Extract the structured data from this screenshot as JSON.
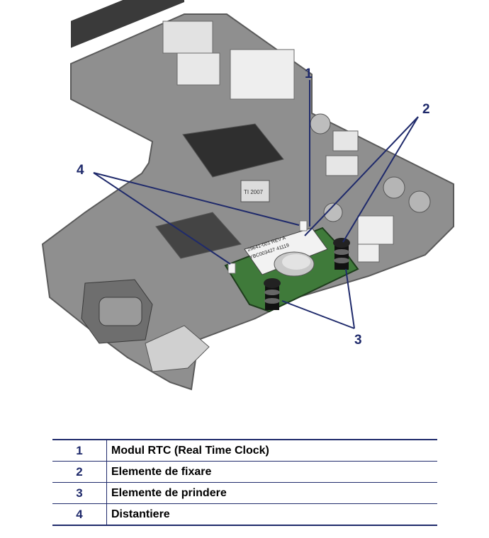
{
  "figure": {
    "board_labels": {
      "module_line1": "29641-001     REV A",
      "module_line2": "YBC003427  41119",
      "chip_label": "TI 2007"
    },
    "callouts": [
      "1",
      "2",
      "3",
      "4"
    ],
    "colors": {
      "callout": "#1f2a6b",
      "board": "#8a8a8a",
      "module": "#3f7a3a"
    }
  },
  "legend": {
    "rows": [
      {
        "num": "1",
        "text": "Modul RTC (Real Time Clock)"
      },
      {
        "num": "2",
        "text": "Elemente de fixare"
      },
      {
        "num": "3",
        "text": "Elemente de prindere"
      },
      {
        "num": "4",
        "text": "Distantiere"
      }
    ]
  }
}
